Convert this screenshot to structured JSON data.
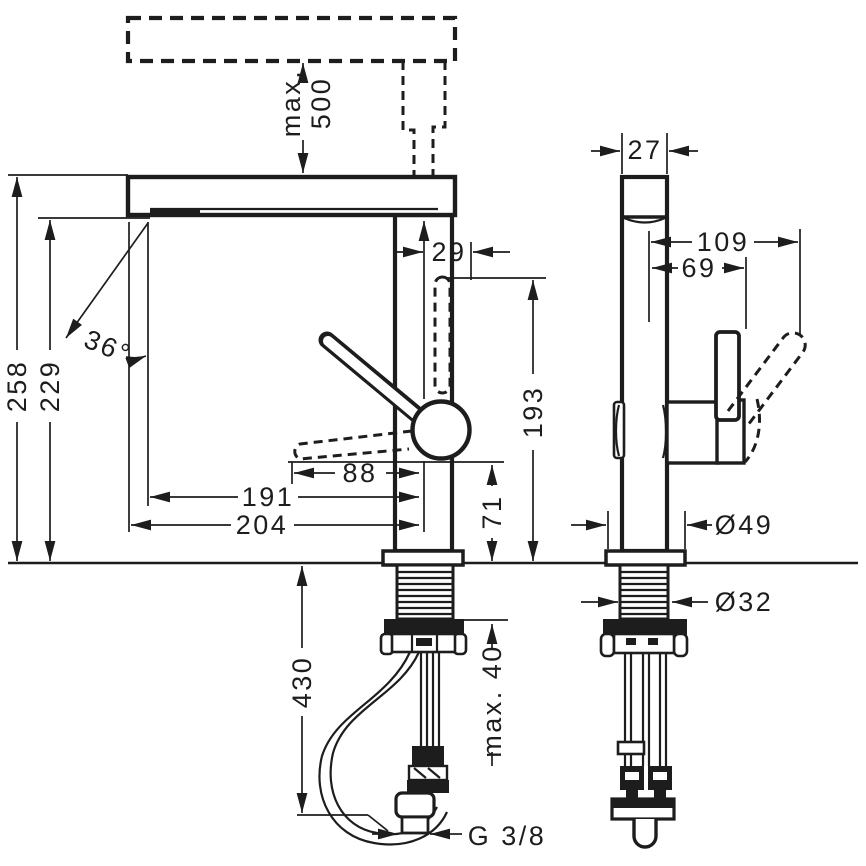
{
  "colors": {
    "line": "#1d1d1d",
    "background": "#ffffff"
  },
  "front_view": {
    "dimensions": {
      "pullout_max_label": "max.",
      "pullout_max_value": "500",
      "outlet_offset": "29",
      "swivel_angle": "36°",
      "total_height": "258",
      "spout_underside_height": "229",
      "sprayhead_height": "193",
      "outlet_reach": "88",
      "aerator_reach": "191",
      "spout_reach": "204",
      "outlet_clearance": "71",
      "hose_length": "430",
      "max_counter_thickness": "max. 40",
      "connection_thread": "G 3/8"
    }
  },
  "side_view": {
    "dimensions": {
      "body_depth": "27",
      "handle_reach_total": "109",
      "handle_reach_pivot": "69",
      "base_diameter": "Ø49",
      "shank_diameter": "Ø32"
    }
  }
}
